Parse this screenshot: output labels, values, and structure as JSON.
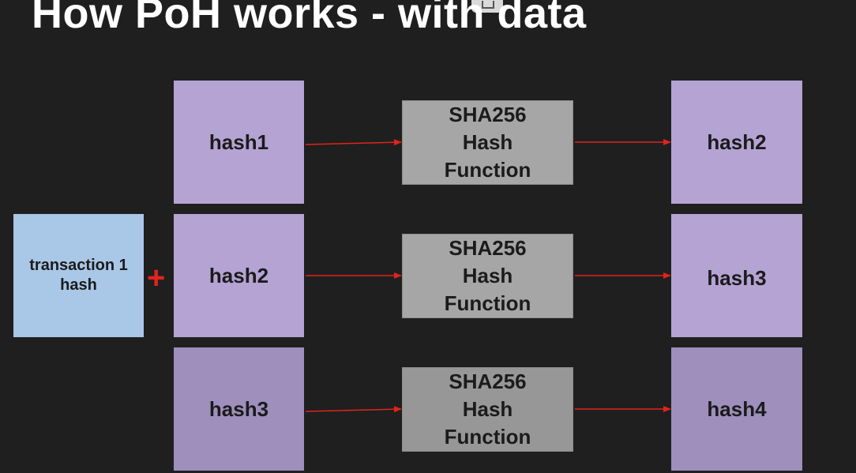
{
  "title": "How PoH works - with data",
  "colors": {
    "background": "#1f1f1f",
    "hash_box": "#b4a3d3",
    "transaction_box": "#a9c7e7",
    "function_box": "#a6a6a6",
    "arrow": "#e0241c"
  },
  "transaction": {
    "label": "transaction 1 hash"
  },
  "plus": "+",
  "rows": [
    {
      "input": "hash1",
      "function": "SHA256 Hash Function",
      "output": "hash2"
    },
    {
      "input": "hash2",
      "function": "SHA256 Hash Function",
      "output": "hash3"
    },
    {
      "input": "hash3",
      "function": "SHA256 Hash Function",
      "output": "hash4"
    }
  ]
}
